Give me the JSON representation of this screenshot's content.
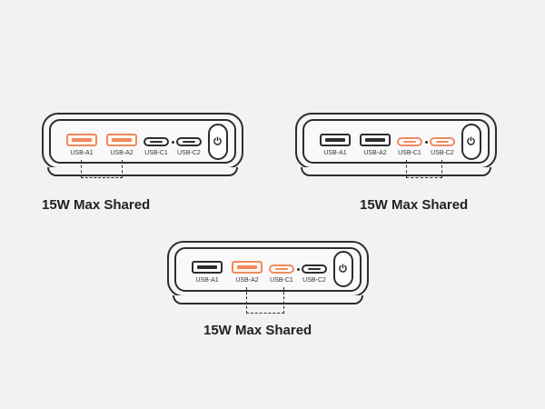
{
  "panels": [
    {
      "caption": "15W Max Shared",
      "ports": [
        {
          "label": "USB-A1",
          "type": "usb-a",
          "active": true
        },
        {
          "label": "USB-A2",
          "type": "usb-a",
          "active": true
        },
        {
          "label": "USB-C1",
          "type": "usb-c",
          "active": false
        },
        {
          "label": "USB-C2",
          "type": "usb-c",
          "active": false
        }
      ]
    },
    {
      "caption": "15W Max Shared",
      "ports": [
        {
          "label": "USB-A1",
          "type": "usb-a",
          "active": false
        },
        {
          "label": "USB-A2",
          "type": "usb-a",
          "active": false
        },
        {
          "label": "USB-C1",
          "type": "usb-c",
          "active": true
        },
        {
          "label": "USB-C2",
          "type": "usb-c",
          "active": true
        }
      ]
    },
    {
      "caption": "15W Max Shared",
      "ports": [
        {
          "label": "USB-A1",
          "type": "usb-a",
          "active": false
        },
        {
          "label": "USB-A2",
          "type": "usb-a",
          "active": true
        },
        {
          "label": "USB-C1",
          "type": "usb-c",
          "active": true
        },
        {
          "label": "USB-C2",
          "type": "usb-c",
          "active": false
        }
      ]
    }
  ],
  "colors": {
    "active_port": "#f08a5d",
    "outline": "#2d2d2d",
    "background": "#f2f2f2"
  },
  "icons": {
    "power": "power-icon"
  }
}
